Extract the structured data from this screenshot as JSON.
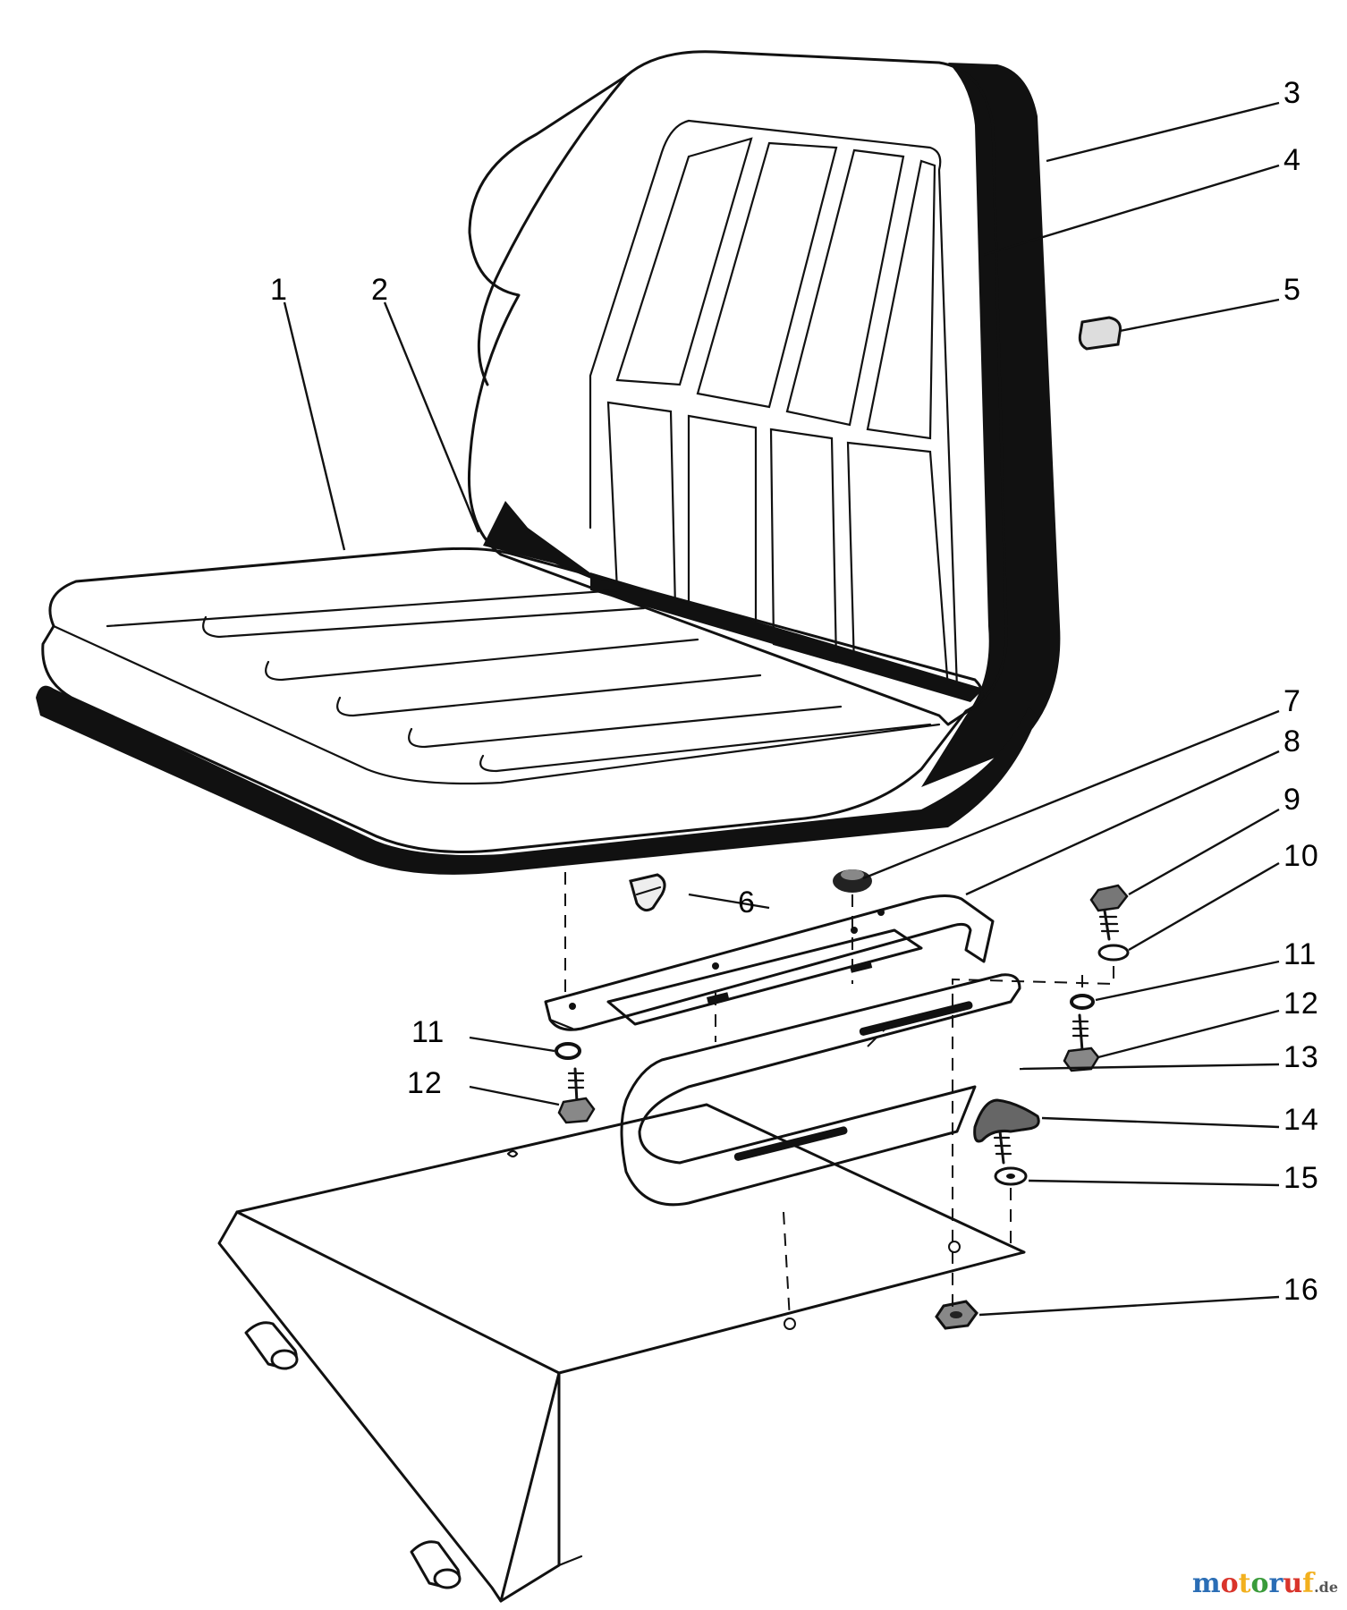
{
  "callouts": [
    {
      "id": "1",
      "label": "1"
    },
    {
      "id": "2",
      "label": "2"
    },
    {
      "id": "3",
      "label": "3"
    },
    {
      "id": "4",
      "label": "4"
    },
    {
      "id": "5",
      "label": "5"
    },
    {
      "id": "6",
      "label": "6"
    },
    {
      "id": "7",
      "label": "7"
    },
    {
      "id": "8",
      "label": "8"
    },
    {
      "id": "9",
      "label": "9"
    },
    {
      "id": "10",
      "label": "10"
    },
    {
      "id": "11a",
      "label": "11"
    },
    {
      "id": "11b",
      "label": "11"
    },
    {
      "id": "12a",
      "label": "12"
    },
    {
      "id": "12b",
      "label": "12"
    },
    {
      "id": "13",
      "label": "13"
    },
    {
      "id": "14",
      "label": "14"
    },
    {
      "id": "15",
      "label": "15"
    },
    {
      "id": "16",
      "label": "16"
    }
  ],
  "watermark": {
    "brand": "motoruf",
    "domain": ".de",
    "colors": [
      "#2a6db5",
      "#d9342b",
      "#f2b01e",
      "#3a9b3a"
    ]
  }
}
